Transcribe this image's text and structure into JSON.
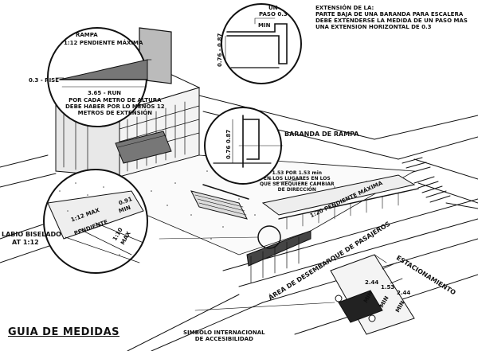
{
  "title": "GUIA DE MEDIDAS",
  "ramp_callout": {
    "heading_1": "RAMPA",
    "heading_2": "1:12 PENDIENTE MÁXIMA",
    "rise": "0.3 - RISE",
    "run": "3.65 - RUN",
    "note": "POR CADA METRO DE ALTURA\nDEBE HABER POR LO MENOS 12\nMETROS DE EXTENSIÓN"
  },
  "railing_extension": {
    "step_1": "UN",
    "step_2": "PASO 0.3",
    "min": "MIN",
    "height": "0.76 - 0.87",
    "text": "EXTENSIÓN DE LA:\nPARTE BAJA DE UNA BARANDA PARA ESCALERA\nDEBE EXTENDERSE LA MEDIDA DE UN PASO MAS\nUNA EXTENSION HORIZONTAL DE 0.3"
  },
  "ramp_railing": {
    "label": "BARANDA DE RAMPA",
    "dim_1": "0.87",
    "dim_2": "0.76"
  },
  "landing_note": {
    "text": "1.53 POR 1.53 min\nEN LOS LUGARES EN LOS\nQUE SE REQUIERE CAMBIAR\nDE DIRECCIÓN"
  },
  "ramp_slope_label": "1:20 PENDIENTE MÁXIMA",
  "curb_ramp": {
    "label_1": "LABIO BISELADO",
    "label_2": "AT 1:12",
    "width": "0.91",
    "min": "MIN",
    "slope_1": "1:12 MAX",
    "pendiente": "PENDIENTE",
    "slope_2": "1:10",
    "max": "MAX"
  },
  "passenger_area": "ÁREA DE DESEMBARQUE DE PASAJEROS",
  "parking": {
    "label": "ESTACIONAMIENTO",
    "dims": [
      "2.44",
      "1.53",
      "2.44"
    ],
    "min": "MIN"
  },
  "symbol_note": "SIMBOLO INTERNACIONAL\nDE ACCESIBILIDAD"
}
